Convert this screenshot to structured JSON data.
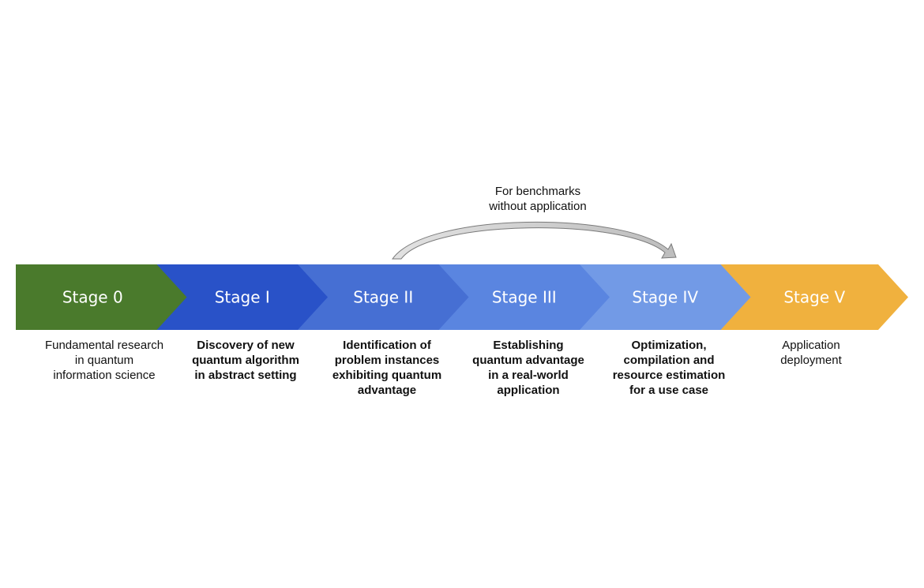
{
  "stages": [
    {
      "label": "Stage 0",
      "color": "#4a7a2c",
      "description_lines": [
        "Fundamental research",
        "in quantum",
        "information science"
      ],
      "bold": false
    },
    {
      "label": "Stage I",
      "color": "#2952c8",
      "description_lines": [
        "Discovery of new",
        "quantum algorithm",
        "in abstract setting"
      ],
      "bold": true
    },
    {
      "label": "Stage II",
      "color": "#466fd3",
      "description_lines": [
        "Identification of",
        "problem instances",
        "exhibiting quantum",
        "advantage"
      ],
      "bold": true
    },
    {
      "label": "Stage III",
      "color": "#5a85e0",
      "description_lines": [
        "Establishing",
        "quantum advantage",
        "in a real-world",
        "application"
      ],
      "bold": true
    },
    {
      "label": "Stage IV",
      "color": "#729ae6",
      "description_lines": [
        "Optimization,",
        "compilation and",
        "resource estimation",
        "for a use case"
      ],
      "bold": true
    },
    {
      "label": "Stage V",
      "color": "#f0b13e",
      "description_lines": [
        "Application",
        "deployment"
      ],
      "bold": false
    }
  ],
  "skip_arrow": {
    "label_lines": [
      "For benchmarks",
      "without application"
    ],
    "from_stage": "Stage II",
    "to_stage": "Stage IV"
  }
}
